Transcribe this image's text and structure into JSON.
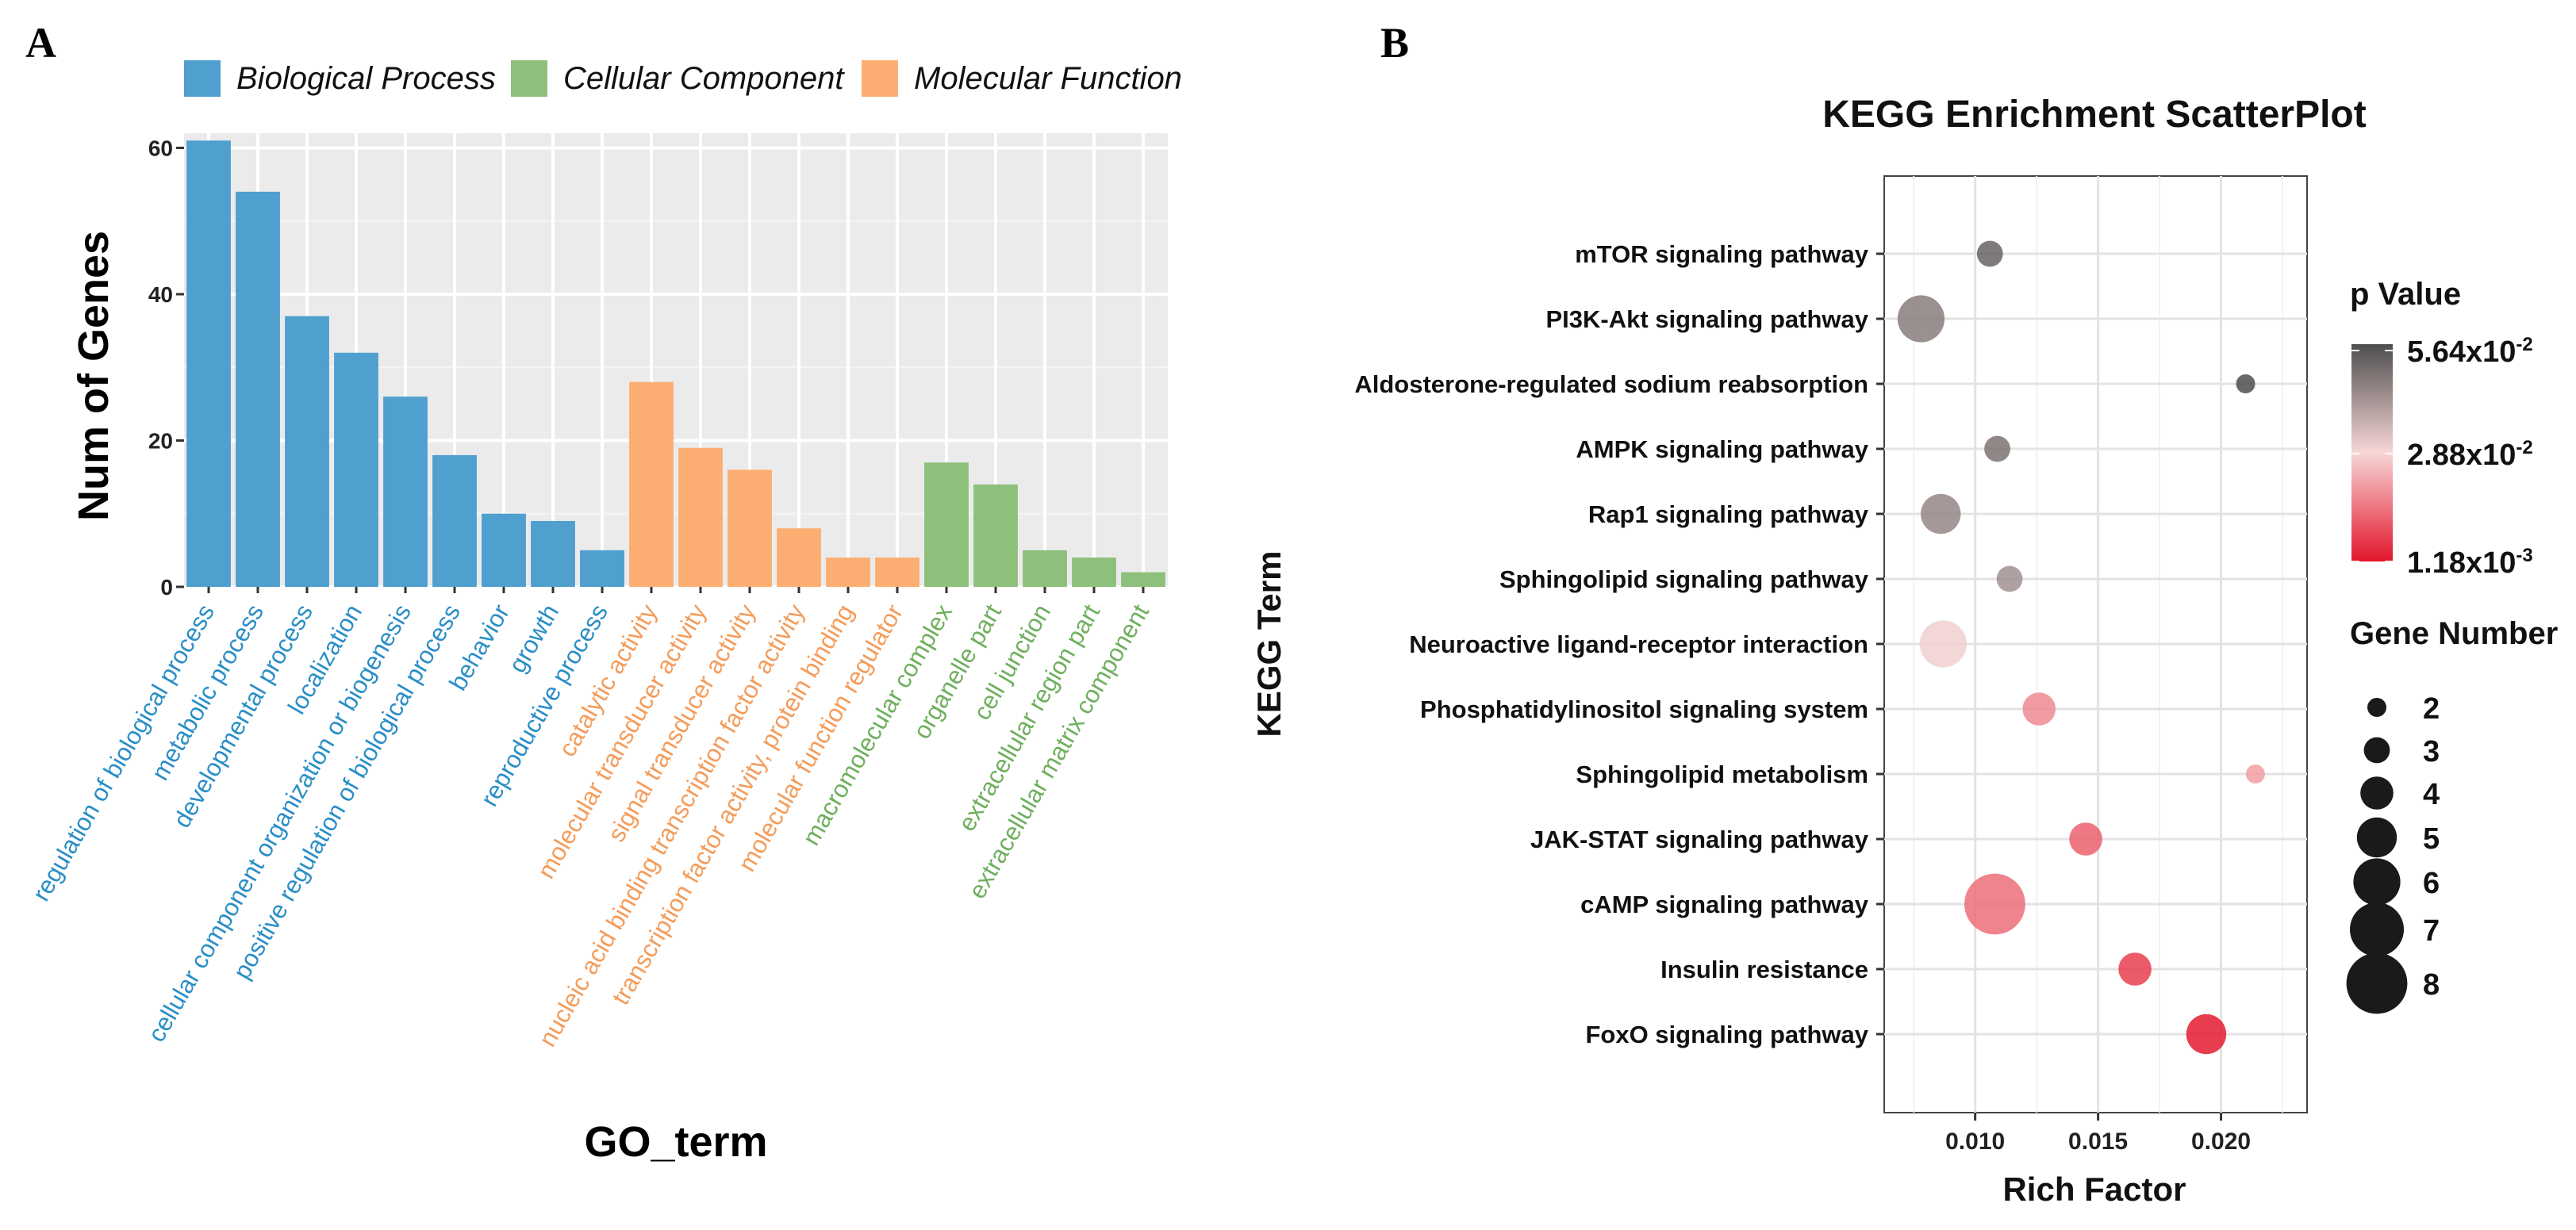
{
  "panel_a": {
    "label": "A"
  },
  "panel_b": {
    "label": "B"
  },
  "chart_data": [
    {
      "type": "bar",
      "xlabel": "GO_term",
      "ylabel": "Num of Genes",
      "ylim": [
        0,
        62
      ],
      "yticks": [
        0,
        20,
        40,
        60
      ],
      "grid": true,
      "legend_position": "top",
      "legend": [
        {
          "name": "Biological Process",
          "color": "#4F9FCF"
        },
        {
          "name": "Cellular Component",
          "color": "#8DC07A"
        },
        {
          "name": "Molecular Function",
          "color": "#FCAE72"
        }
      ],
      "label_colors": {
        "Biological Process": "#2A8EC6",
        "Cellular Component": "#6FAF5E",
        "Molecular Function": "#F49C5A"
      },
      "categories": [
        {
          "term": "regulation of biological process",
          "value": 61,
          "group": "Biological Process"
        },
        {
          "term": "metabolic process",
          "value": 54,
          "group": "Biological Process"
        },
        {
          "term": "developmental process",
          "value": 37,
          "group": "Biological Process"
        },
        {
          "term": "localization",
          "value": 32,
          "group": "Biological Process"
        },
        {
          "term": "cellular component organization or biogenesis",
          "value": 26,
          "group": "Biological Process"
        },
        {
          "term": "positive regulation of biological process",
          "value": 18,
          "group": "Biological Process"
        },
        {
          "term": "behavior",
          "value": 10,
          "group": "Biological Process"
        },
        {
          "term": "growth",
          "value": 9,
          "group": "Biological Process"
        },
        {
          "term": "reproductive process",
          "value": 5,
          "group": "Biological Process"
        },
        {
          "term": "catalytic activity",
          "value": 28,
          "group": "Molecular Function"
        },
        {
          "term": "molecular transducer activity",
          "value": 19,
          "group": "Molecular Function"
        },
        {
          "term": "signal transducer activity",
          "value": 16,
          "group": "Molecular Function"
        },
        {
          "term": "nucleic acid binding transcription factor activity",
          "value": 8,
          "group": "Molecular Function"
        },
        {
          "term": "transcription factor activity, protein binding",
          "value": 4,
          "group": "Molecular Function"
        },
        {
          "term": "molecular function regulator",
          "value": 4,
          "group": "Molecular Function"
        },
        {
          "term": "macromolecular complex",
          "value": 17,
          "group": "Cellular Component"
        },
        {
          "term": "organelle part",
          "value": 14,
          "group": "Cellular Component"
        },
        {
          "term": "cell junction",
          "value": 5,
          "group": "Cellular Component"
        },
        {
          "term": "extracellular region part",
          "value": 4,
          "group": "Cellular Component"
        },
        {
          "term": "extracellular matrix component",
          "value": 2,
          "group": "Cellular Component"
        }
      ]
    },
    {
      "type": "scatter",
      "title": "KEGG Enrichment ScatterPlot",
      "xlabel": "Rich Factor",
      "ylabel": "KEGG Term",
      "xlim": [
        0.0063,
        0.0235
      ],
      "xticks": [
        0.01,
        0.015,
        0.02
      ],
      "xtick_labels": [
        "0.010",
        "0.015",
        "0.020"
      ],
      "grid": true,
      "legend_position": "right",
      "color_legend": {
        "title": "p Value",
        "ticks": [
          {
            "mantissa": "5.64x10",
            "exp": "-2",
            "value": 0.0564
          },
          {
            "mantissa": "2.88x10",
            "exp": "-2",
            "value": 0.0288
          },
          {
            "mantissa": "1.18x10",
            "exp": "-3",
            "value": 0.00118
          }
        ],
        "gradient": [
          "#E2152B",
          "#F8D6D6",
          "#4E4E4E"
        ]
      },
      "size_legend": {
        "title": "Gene Number",
        "values": [
          2,
          3,
          4,
          5,
          6,
          7,
          8
        ]
      },
      "points": [
        {
          "term": "mTOR signaling pathway",
          "x": 0.0106,
          "genes": 3,
          "p": 0.052
        },
        {
          "term": "PI3K-Akt signaling pathway",
          "x": 0.0078,
          "genes": 6,
          "p": 0.047
        },
        {
          "term": "Aldosterone-regulated sodium reabsorption",
          "x": 0.021,
          "genes": 2,
          "p": 0.0564
        },
        {
          "term": "AMPK signaling pathway",
          "x": 0.0109,
          "genes": 3,
          "p": 0.049
        },
        {
          "term": "Rap1 signaling pathway",
          "x": 0.0086,
          "genes": 5,
          "p": 0.045
        },
        {
          "term": "Sphingolipid signaling pathway",
          "x": 0.0114,
          "genes": 3,
          "p": 0.043
        },
        {
          "term": "Neuroactive ligand-receptor interaction",
          "x": 0.0087,
          "genes": 6,
          "p": 0.03
        },
        {
          "term": "Phosphatidylinositol signaling system",
          "x": 0.0126,
          "genes": 4,
          "p": 0.018
        },
        {
          "term": "Sphingolipid metabolism",
          "x": 0.0214,
          "genes": 2,
          "p": 0.021
        },
        {
          "term": "JAK-STAT signaling pathway",
          "x": 0.0145,
          "genes": 4,
          "p": 0.012
        },
        {
          "term": "cAMP signaling pathway",
          "x": 0.0108,
          "genes": 8,
          "p": 0.014
        },
        {
          "term": "Insulin resistance",
          "x": 0.0165,
          "genes": 4,
          "p": 0.007
        },
        {
          "term": "FoxO signaling pathway",
          "x": 0.0194,
          "genes": 5,
          "p": 0.002
        }
      ]
    }
  ]
}
